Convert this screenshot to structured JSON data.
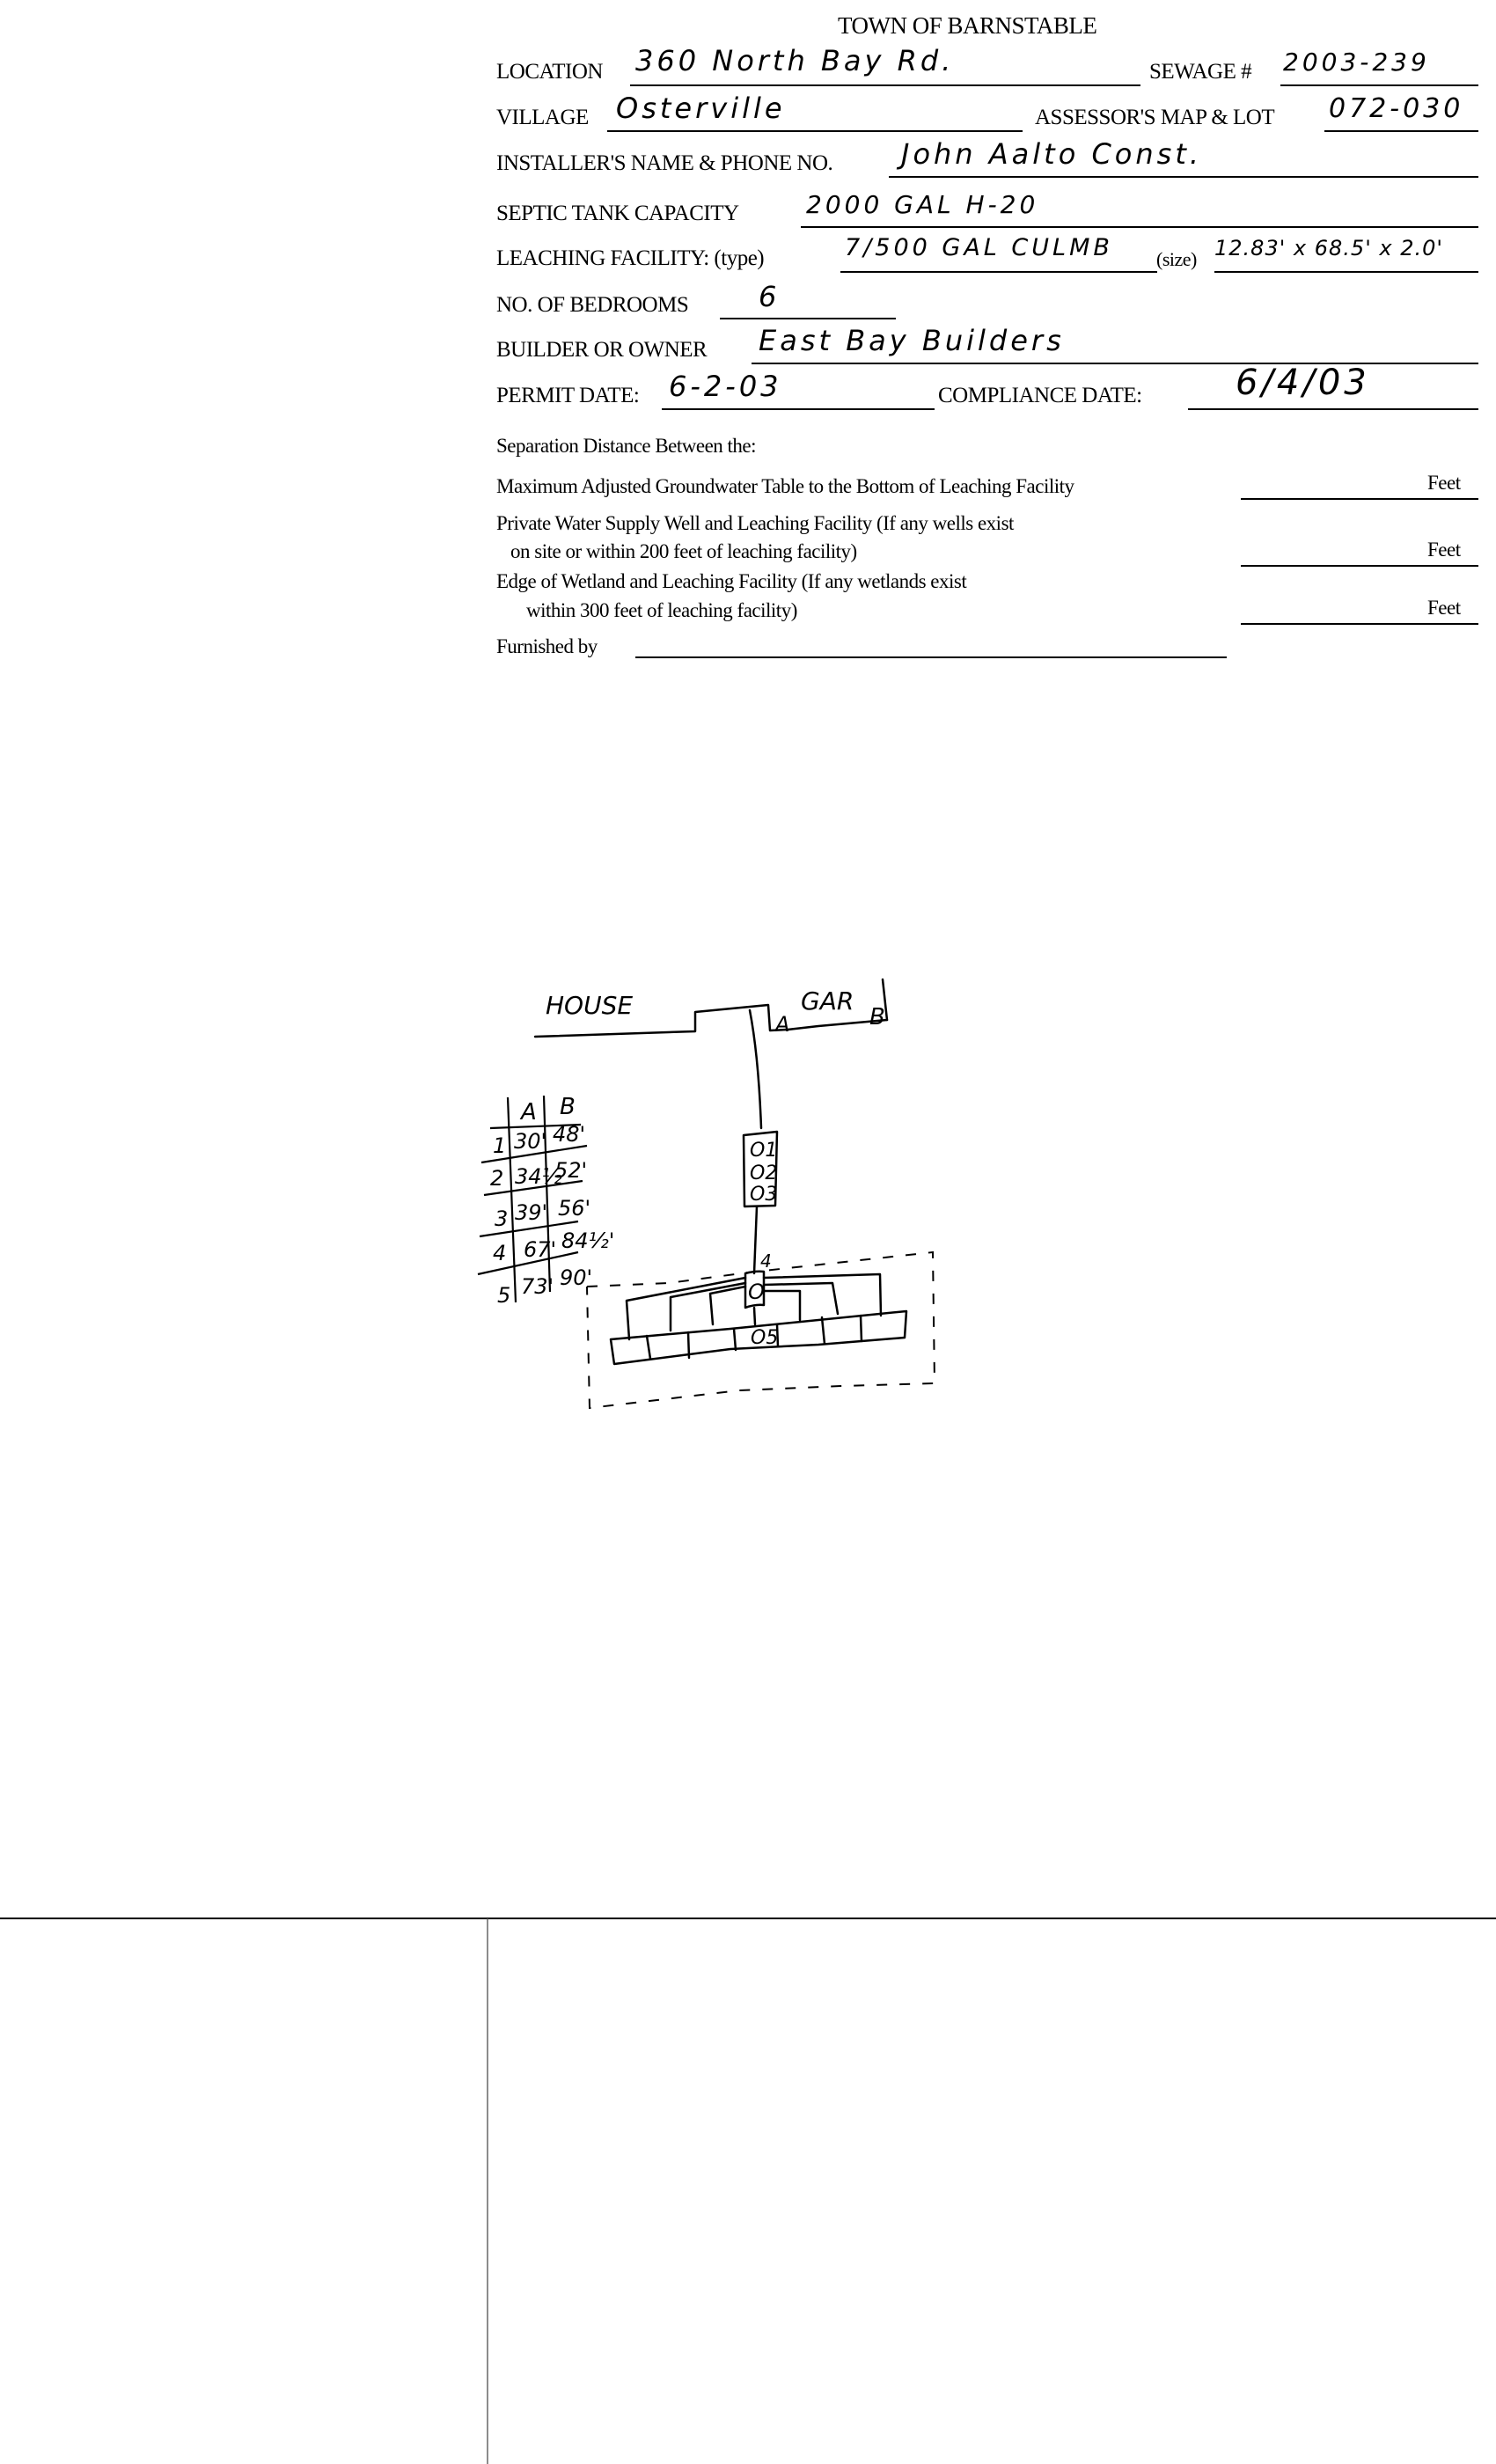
{
  "form": {
    "title": "TOWN OF BARNSTABLE",
    "location_label": "LOCATION",
    "location_value": "360 North Bay Rd.",
    "sewage_label": "SEWAGE #",
    "sewage_value": "2003-239",
    "village_label": "VILLAGE",
    "village_value": "Osterville",
    "map_lot_label": "ASSESSOR'S MAP & LOT",
    "map_lot_value": "072-030",
    "installer_label": "INSTALLER'S NAME & PHONE NO.",
    "installer_value": "John Aalto Const.",
    "septic_label": "SEPTIC TANK CAPACITY",
    "septic_value": "2000 GAL H-20",
    "leaching_label": "LEACHING FACILITY: (type)",
    "leaching_type_value": "7/500 GAL CULMB",
    "size_label": "(size)",
    "size_value": "12.83' x 68.5' x 2.0'",
    "bedrooms_label": "NO. OF BEDROOMS",
    "bedrooms_value": "6",
    "builder_label": "BUILDER OR OWNER",
    "builder_value": "East Bay Builders",
    "permit_label": "PERMIT DATE:",
    "permit_value": "6-2-03",
    "compliance_label": "COMPLIANCE DATE:",
    "compliance_value": "6/4/03",
    "separation_heading": "Separation Distance Between the:",
    "groundwater_text": "Maximum Adjusted Groundwater Table to the Bottom of Leaching Facility",
    "well_text_1": "Private Water Supply Well and Leaching Facility  (If any wells exist",
    "well_text_2": "on site or within 200 feet of leaching facility)",
    "wetland_text_1": "Edge of Wetland and Leaching Facility (If any wetlands exist",
    "wetland_text_2": "within 300 feet of leaching facility)",
    "feet_unit": "Feet",
    "furnished_label": "Furnished by"
  },
  "sketch": {
    "house_label": "HOUSE",
    "garage_label": "GAR",
    "point_a": "A",
    "point_b": "B",
    "tank_labels": [
      "O1",
      "O2",
      "O3"
    ],
    "dbox_label": "4",
    "dbox_mark": "O",
    "chamber_label": "O5",
    "tie_table": {
      "headers": [
        "A",
        "B"
      ],
      "rows": [
        {
          "n": "1",
          "a": "30'",
          "b": "48'"
        },
        {
          "n": "2",
          "a": "34½",
          "b": "52'"
        },
        {
          "n": "3",
          "a": "39'",
          "b": "56'"
        },
        {
          "n": "4",
          "a": "67'",
          "b": "84½'"
        },
        {
          "n": "5",
          "a": "73'",
          "b": "90'"
        }
      ]
    }
  }
}
